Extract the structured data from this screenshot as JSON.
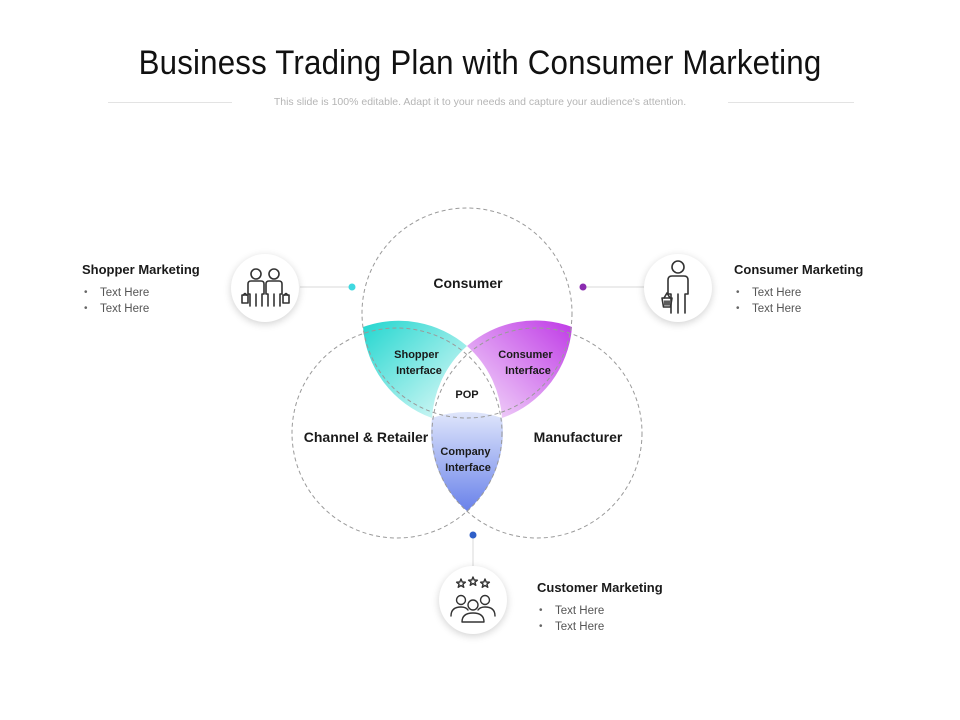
{
  "header": {
    "title": "Business Trading Plan with Consumer Marketing",
    "subtitle": "This slide is 100% editable. Adapt it to your needs and capture your audience's attention."
  },
  "venn": {
    "circles": {
      "consumer": "Consumer",
      "channel": "Channel & Retailer",
      "manufacturer": "Manufacturer"
    },
    "intersections": {
      "shopper": [
        "Shopper",
        "Interface"
      ],
      "consumer": [
        "Consumer",
        "Interface"
      ],
      "company": [
        "Company",
        "Interface"
      ],
      "center": "POP"
    },
    "colors": {
      "shopper": "#2fd9d3",
      "consumer": "#c040e8",
      "company": "#6e86ec",
      "dot_shopper": "#3fd8e0",
      "dot_consumer": "#8a2bb0",
      "dot_customer": "#2f5fc8"
    }
  },
  "blocks": {
    "shopper": {
      "heading": "Shopper Marketing",
      "items": [
        "Text Here",
        "Text Here"
      ],
      "icon": "shoppers-icon"
    },
    "consumer": {
      "heading": "Consumer Marketing",
      "items": [
        "Text Here",
        "Text Here"
      ],
      "icon": "person-basket-icon"
    },
    "customer": {
      "heading": "Customer Marketing",
      "items": [
        "Text Here",
        "Text Here"
      ],
      "icon": "customers-rating-icon"
    }
  }
}
